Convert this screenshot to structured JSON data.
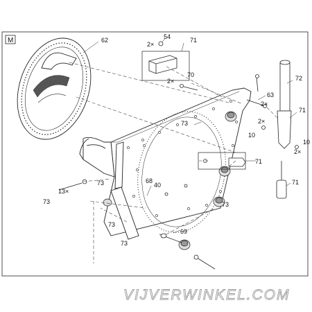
{
  "diagram": {
    "section_tag": "M",
    "watermark": "VIJVERWINKEL.COM",
    "callouts": {
      "c62": "62",
      "c54": "54",
      "c71_top": "71",
      "c2x_54": "2×",
      "c70": "70",
      "c2x_70": "2×",
      "c72": "72",
      "c63": "63",
      "c2x_63": "2×",
      "c71_right": "71",
      "c73_upper": "73",
      "c2x_10": "2×",
      "c10_left": "10",
      "c10_right": "10",
      "c2x_10r": "2×",
      "c71_mid": "71",
      "c68": "68",
      "c40": "40",
      "c71_float": "71",
      "c73_a": "73",
      "c13x": "13×",
      "c73_b": "73",
      "c73_c": "73",
      "c73_d": "73",
      "c69": "69",
      "c73_e": "73"
    }
  }
}
